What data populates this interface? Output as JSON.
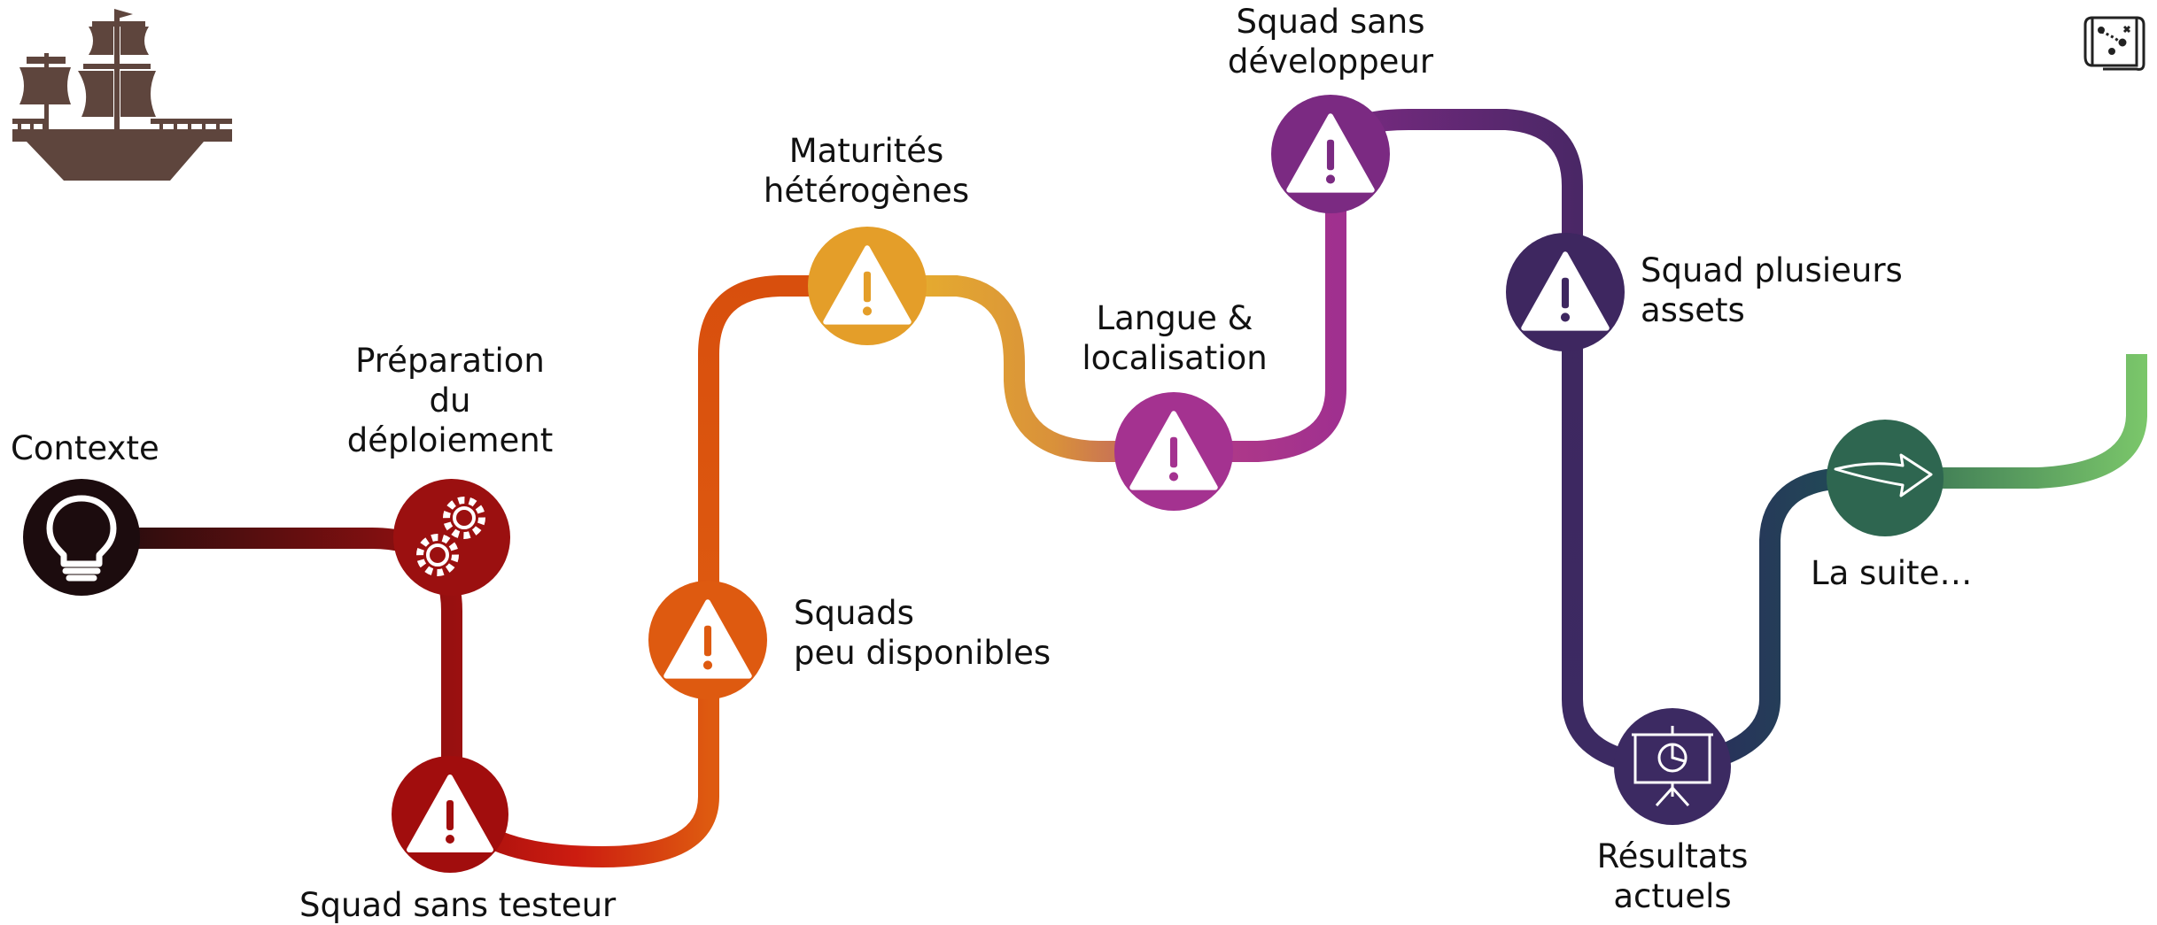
{
  "steps": [
    {
      "id": "contexte",
      "label": "Contexte",
      "color": "#1c0c0e",
      "icon": "lightbulb-icon"
    },
    {
      "id": "preparation",
      "label": "Préparation\ndu\ndéploiement",
      "color": "#9b1010",
      "icon": "gears-icon"
    },
    {
      "id": "sans-testeur",
      "label": "Squad sans testeur",
      "color": "#a10d0d",
      "icon": "warning-icon"
    },
    {
      "id": "peu-disponibles",
      "label": "Squads\npeu disponibles",
      "color": "#de5a10",
      "icon": "warning-icon"
    },
    {
      "id": "maturites",
      "label": "Maturités\nhétérogènes",
      "color": "#e49e29",
      "icon": "warning-icon"
    },
    {
      "id": "langue",
      "label": "Langue &\nlocalisation",
      "color": "#a43290",
      "icon": "warning-icon"
    },
    {
      "id": "sans-developpeur",
      "label": "Squad sans\ndéveloppeur",
      "color": "#7b2a82",
      "icon": "warning-icon"
    },
    {
      "id": "plusieurs-assets",
      "label": "Squad plusieurs\nassets",
      "color": "#3e2760",
      "icon": "warning-icon"
    },
    {
      "id": "resultats",
      "label": "Résultats\nactuels",
      "color": "#3c2a62",
      "icon": "presentation-icon"
    },
    {
      "id": "suite",
      "label": "La suite…",
      "color": "#2e6650",
      "icon": "arrow-icon"
    }
  ],
  "decorations": {
    "ship_icon": "ship-icon",
    "ship_color": "#5e453d",
    "map_icon": "treasure-map-icon",
    "map_color": "#222222"
  }
}
